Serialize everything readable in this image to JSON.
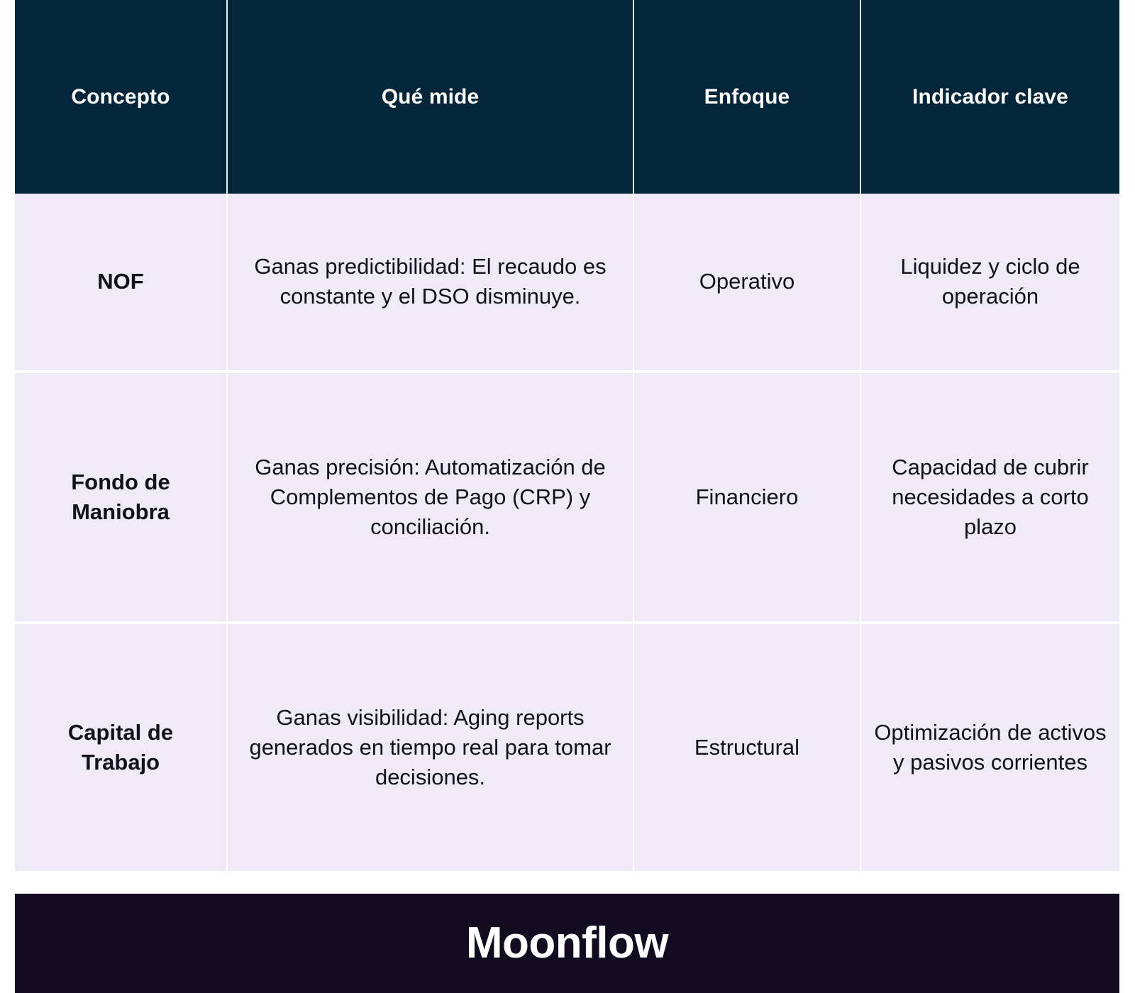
{
  "table": {
    "columns": [
      {
        "key": "concepto",
        "label": "Concepto"
      },
      {
        "key": "que_mide",
        "label": "Qué mide"
      },
      {
        "key": "enfoque",
        "label": "Enfoque"
      },
      {
        "key": "indicador",
        "label": "Indicador clave"
      }
    ],
    "rows": [
      {
        "concepto": "NOF",
        "que_mide": "Ganas predictibilidad: El recaudo es constante y el DSO disminuye.",
        "enfoque": "Operativo",
        "indicador": "Liquidez y ciclo de operación"
      },
      {
        "concepto": "Fondo de Maniobra",
        "que_mide": "Ganas precisión: Automatización de Complementos de Pago (CRP) y conciliación.",
        "enfoque": "Financiero",
        "indicador": "Capacidad de cubrir necesidades a corto plazo"
      },
      {
        "concepto": "Capital de Trabajo",
        "que_mide": "Ganas visibilidad: Aging reports generados en tiempo real para tomar decisiones.",
        "enfoque": "Estructural",
        "indicador": "Optimización de activos y pasivos corrientes"
      }
    ]
  },
  "footer": {
    "brand": "Moonflow"
  },
  "colors": {
    "header_background": "#04263A",
    "header_text": "#FFFFFF",
    "cell_background": "#EEEBF6",
    "cell_text": "#12121A",
    "grid_line": "#FFFFFF",
    "footer_background": "#130C20",
    "footer_text": "#FFFFFF",
    "page_background": "#FFFFFF"
  }
}
